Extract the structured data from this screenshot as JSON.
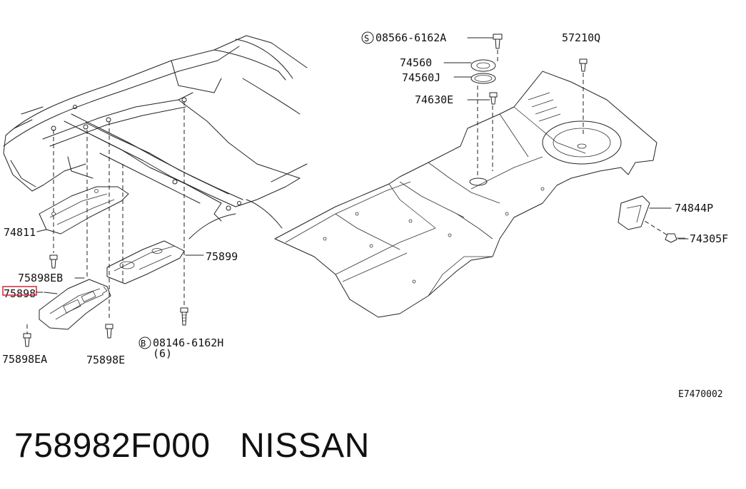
{
  "parts": {
    "p74811": "74811",
    "p75898EB": "75898EB",
    "p75898": "75898",
    "p75898EA": "75898EA",
    "p75898E": "75898E",
    "p75899": "75899",
    "p08146": "08146-6162H",
    "p08146_qty": "(6)",
    "p08146_mark": "B",
    "p08566": "08566-6162A",
    "p08566_mark": "S",
    "p74560": "74560",
    "p74560J": "74560J",
    "p74630E": "74630E",
    "p57210Q": "57210Q",
    "p74844P": "74844P",
    "p74305F": "74305F"
  },
  "diagram_code": "E7470002",
  "caption": {
    "part_number": "758982F000",
    "brand": "NISSAN"
  },
  "highlight_color": "#e0203a"
}
